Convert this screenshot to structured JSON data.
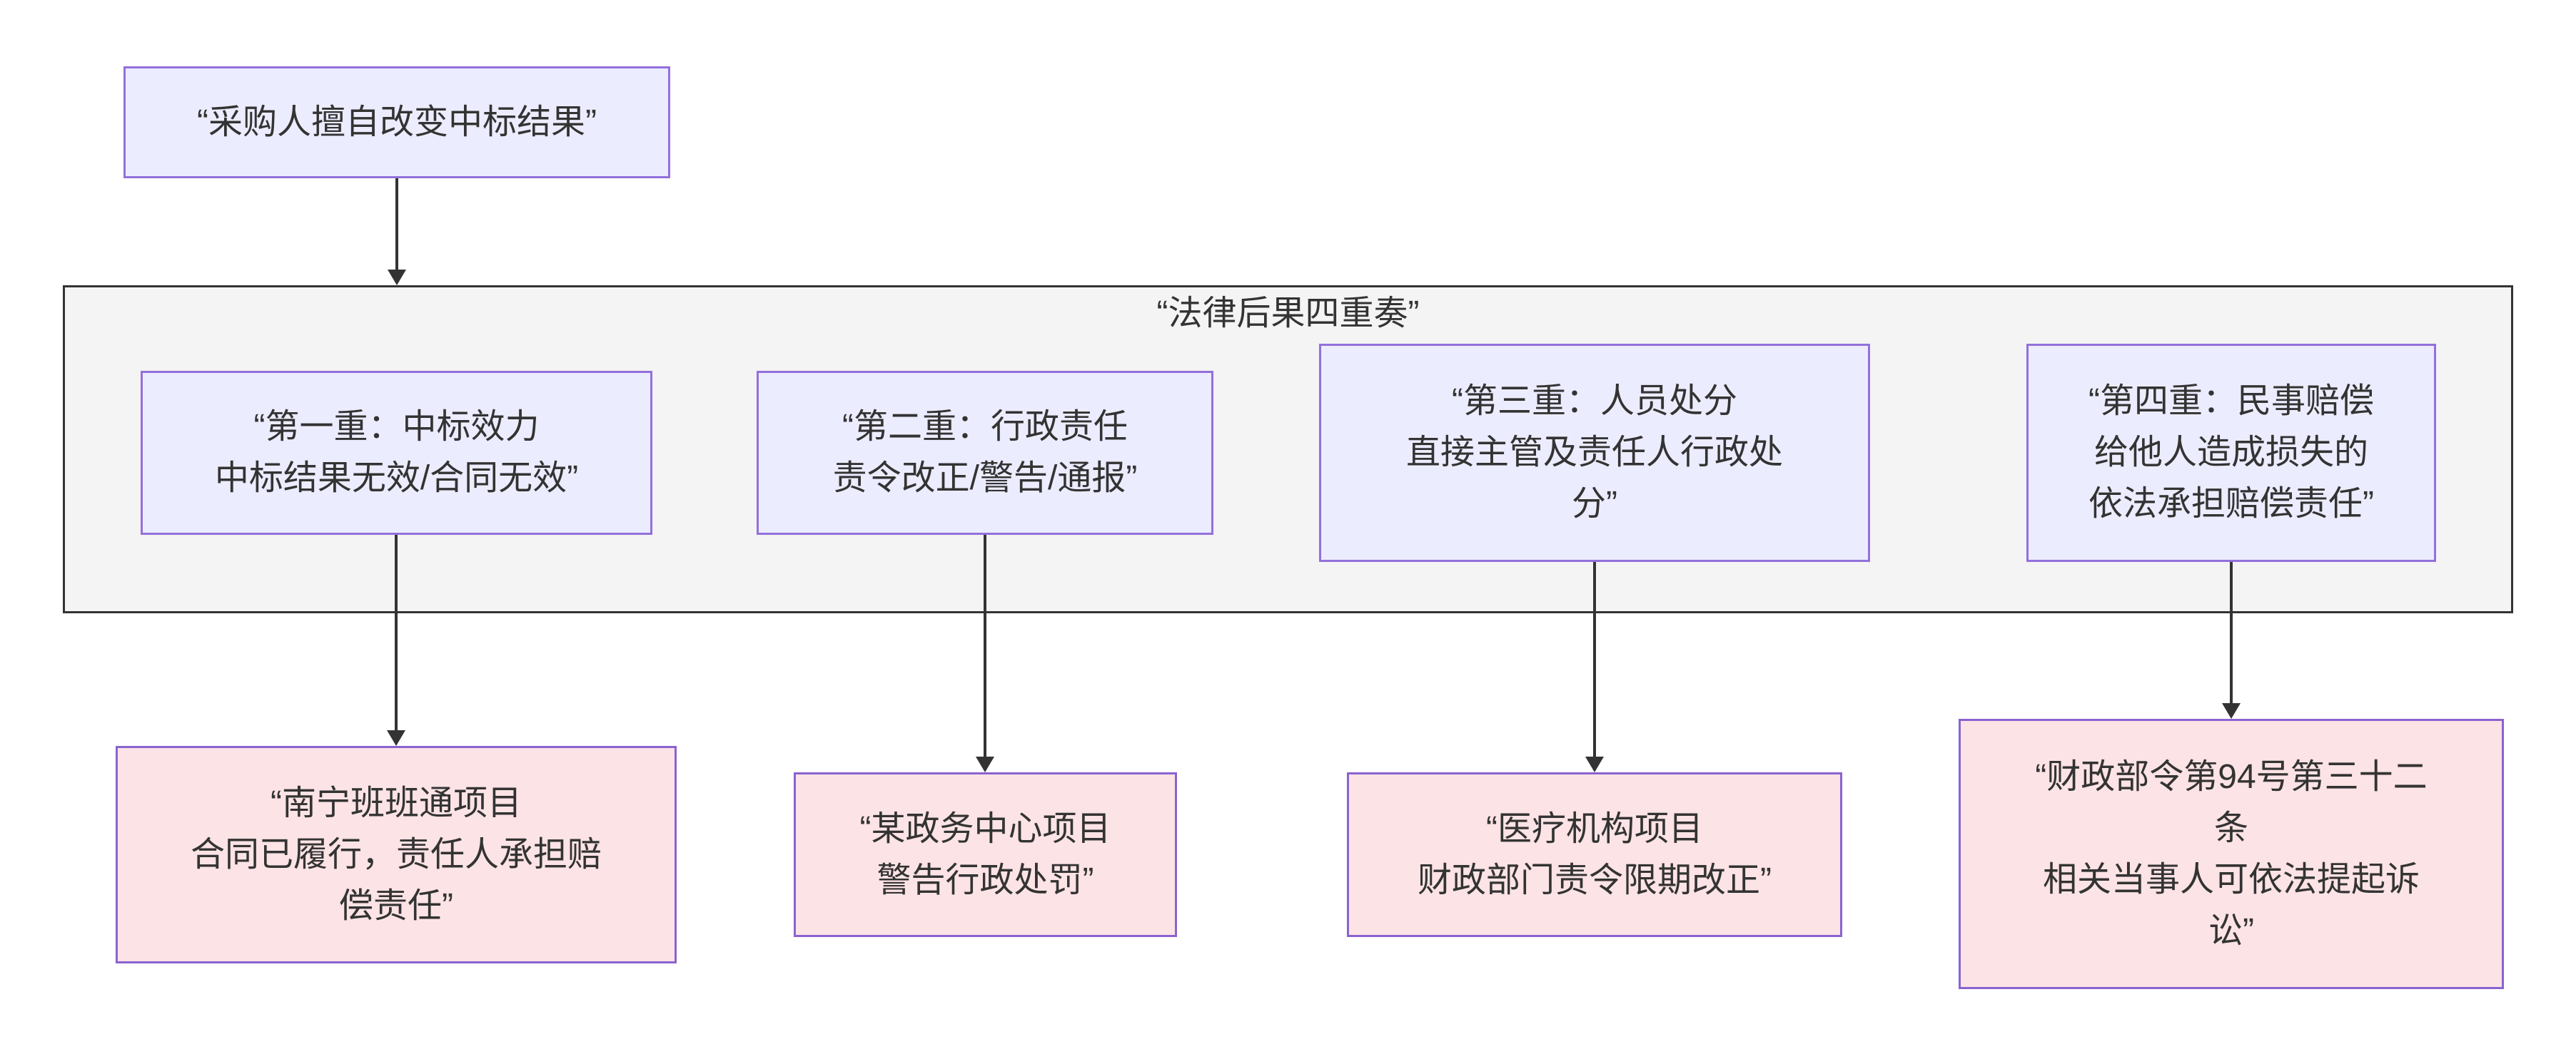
{
  "diagram": {
    "root": {
      "text": "“采购人擅自改变中标结果”"
    },
    "cluster": {
      "title": "“法律后果四重奏”"
    },
    "tiers": [
      {
        "id": "tier-1",
        "text": "“第一重：中标效力\n中标结果无效/合同无效”"
      },
      {
        "id": "tier-2",
        "text": "“第二重：行政责任\n责令改正/警告/通报”"
      },
      {
        "id": "tier-3",
        "text": "“第三重：人员处分\n直接主管及责任人行政处\n分”"
      },
      {
        "id": "tier-4",
        "text": "“第四重：民事赔偿\n给他人造成损失的\n依法承担赔偿责任”"
      }
    ],
    "cases": [
      {
        "id": "case-1",
        "text": "“南宁班班通项目\n合同已履行，责任人承担赔\n偿责任”"
      },
      {
        "id": "case-2",
        "text": "“某政务中心项目\n警告行政处罚”"
      },
      {
        "id": "case-3",
        "text": "“医疗机构项目\n财政部门责令限期改正”"
      },
      {
        "id": "case-4",
        "text": "“财政部令第94号第三十二\n条\n相关当事人可依法提起诉\n讼”"
      }
    ],
    "edges": [
      {
        "from": "root",
        "to": "cluster"
      },
      {
        "from": "tier-1",
        "to": "case-1"
      },
      {
        "from": "tier-2",
        "to": "case-2"
      },
      {
        "from": "tier-3",
        "to": "case-3"
      },
      {
        "from": "tier-4",
        "to": "case-4"
      }
    ],
    "colors": {
      "node_fill": "#ECECFF",
      "node_border": "#9370DB",
      "case_fill": "#FCE3E5",
      "case_border": "#8A63D2",
      "cluster_fill": "#F4F4F4",
      "cluster_border": "#333333",
      "edge": "#333333",
      "text": "#333333"
    }
  }
}
